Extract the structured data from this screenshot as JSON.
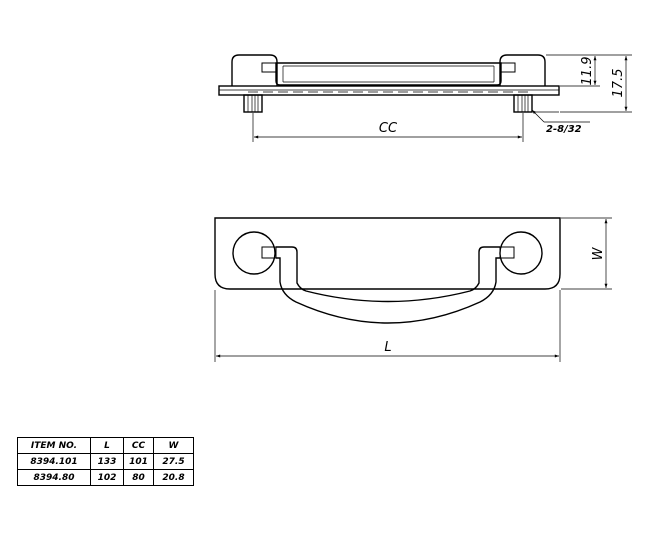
{
  "dimensions": {
    "height_inner": "11.9",
    "height_total": "17.5",
    "center_to_center": "CC",
    "screw_callout": "2-8/32",
    "width": "W",
    "length": "L"
  },
  "table": {
    "headers": [
      "ITEM NO.",
      "L",
      "CC",
      "W"
    ],
    "rows": [
      [
        "8394.101",
        "133",
        "101",
        "27.5"
      ],
      [
        "8394.80",
        "102",
        "80",
        "20.8"
      ]
    ]
  }
}
